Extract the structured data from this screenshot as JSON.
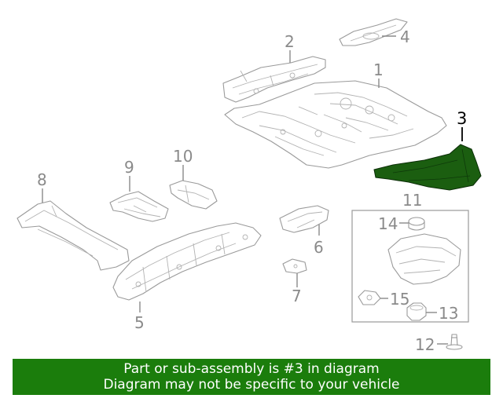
{
  "diagram": {
    "callouts": {
      "c1": "1",
      "c2": "2",
      "c3": "3",
      "c4": "4",
      "c5": "5",
      "c6": "6",
      "c7": "7",
      "c8": "8",
      "c9": "9",
      "c10": "10",
      "c11": "11",
      "c12": "12",
      "c13": "13",
      "c14": "14",
      "c15": "15"
    },
    "highlighted_part": "3",
    "highlight_color": "#1b5e10",
    "line_color": "#9a9a9a"
  },
  "banner": {
    "line1": "Part or sub-assembly is #3 in diagram",
    "line2": "Diagram may not be specific to your vehicle",
    "background": "#1b7d0c",
    "text_color": "#ffffff"
  }
}
